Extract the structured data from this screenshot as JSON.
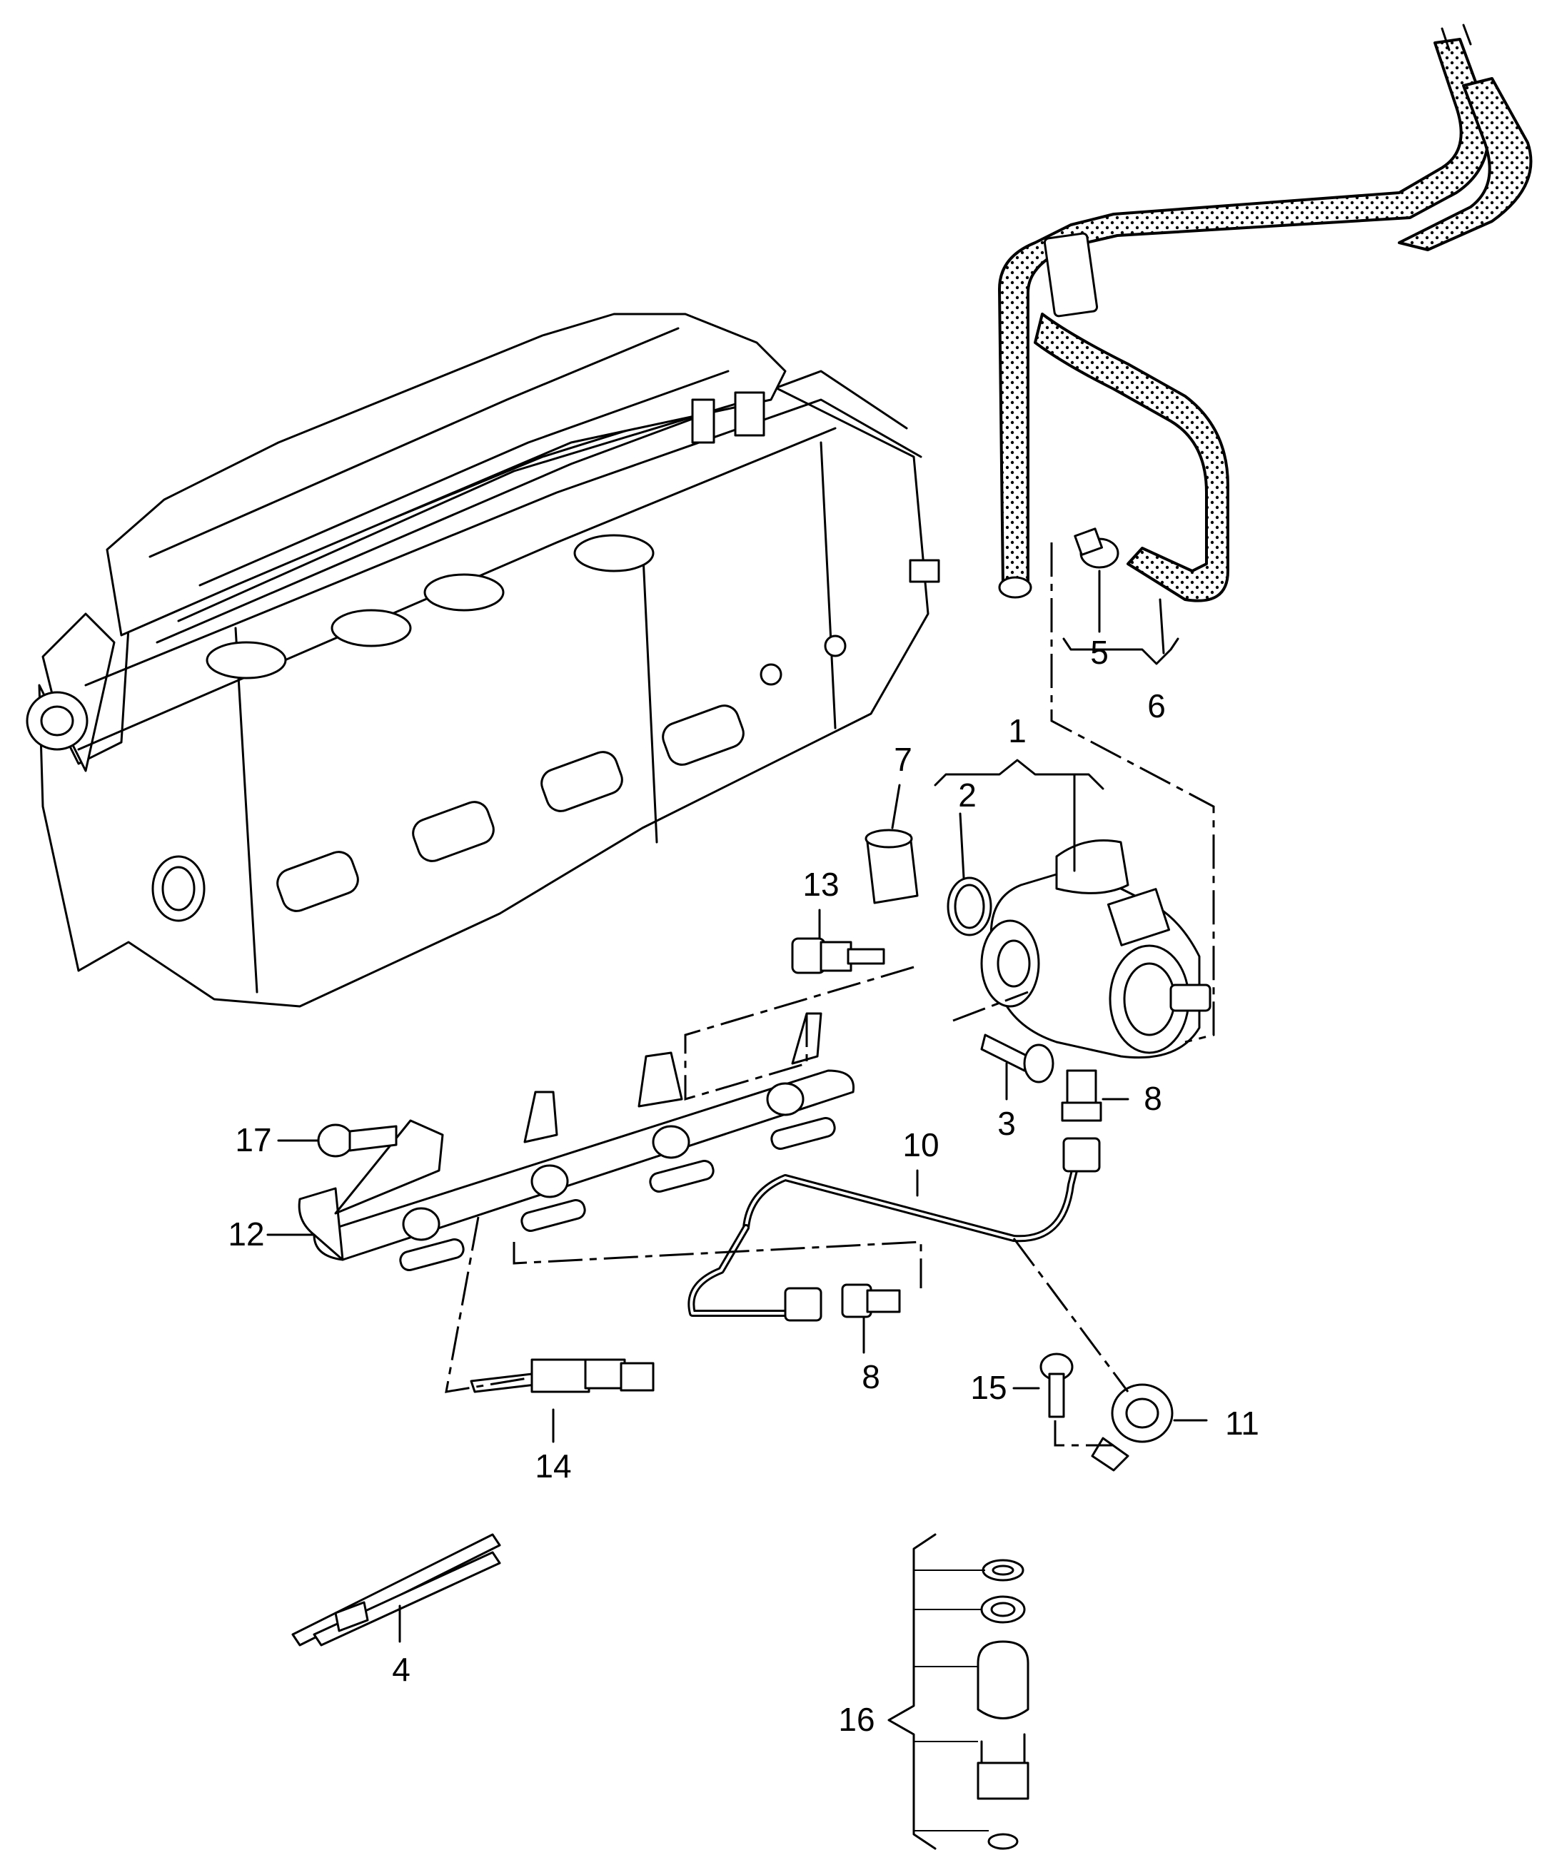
{
  "callouts": [
    {
      "id": "c1",
      "text": "1"
    },
    {
      "id": "c2",
      "text": "2"
    },
    {
      "id": "c3",
      "text": "3"
    },
    {
      "id": "c4",
      "text": "4"
    },
    {
      "id": "c5",
      "text": "5"
    },
    {
      "id": "c6",
      "text": "6"
    },
    {
      "id": "c7",
      "text": "7"
    },
    {
      "id": "c8a",
      "text": "8"
    },
    {
      "id": "c8b",
      "text": "8"
    },
    {
      "id": "c10",
      "text": "10"
    },
    {
      "id": "c11",
      "text": "11"
    },
    {
      "id": "c12",
      "text": "12"
    },
    {
      "id": "c13",
      "text": "13"
    },
    {
      "id": "c14",
      "text": "14"
    },
    {
      "id": "c15",
      "text": "15"
    },
    {
      "id": "c16",
      "text": "16"
    },
    {
      "id": "c17",
      "text": "17"
    }
  ]
}
